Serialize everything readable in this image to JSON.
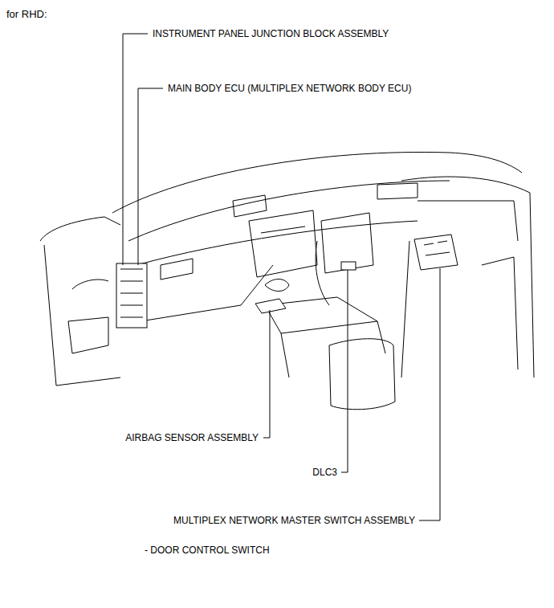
{
  "diagram": {
    "title": "for RHD:",
    "labels": [
      "INSTRUMENT PANEL JUNCTION BLOCK ASSEMBLY",
      "MAIN BODY ECU (MULTIPLEX NETWORK BODY ECU)",
      "AIRBAG SENSOR ASSEMBLY",
      "DLC3",
      "MULTIPLEX NETWORK MASTER SWITCH ASSEMBLY",
      "- DOOR CONTROL SWITCH"
    ]
  }
}
